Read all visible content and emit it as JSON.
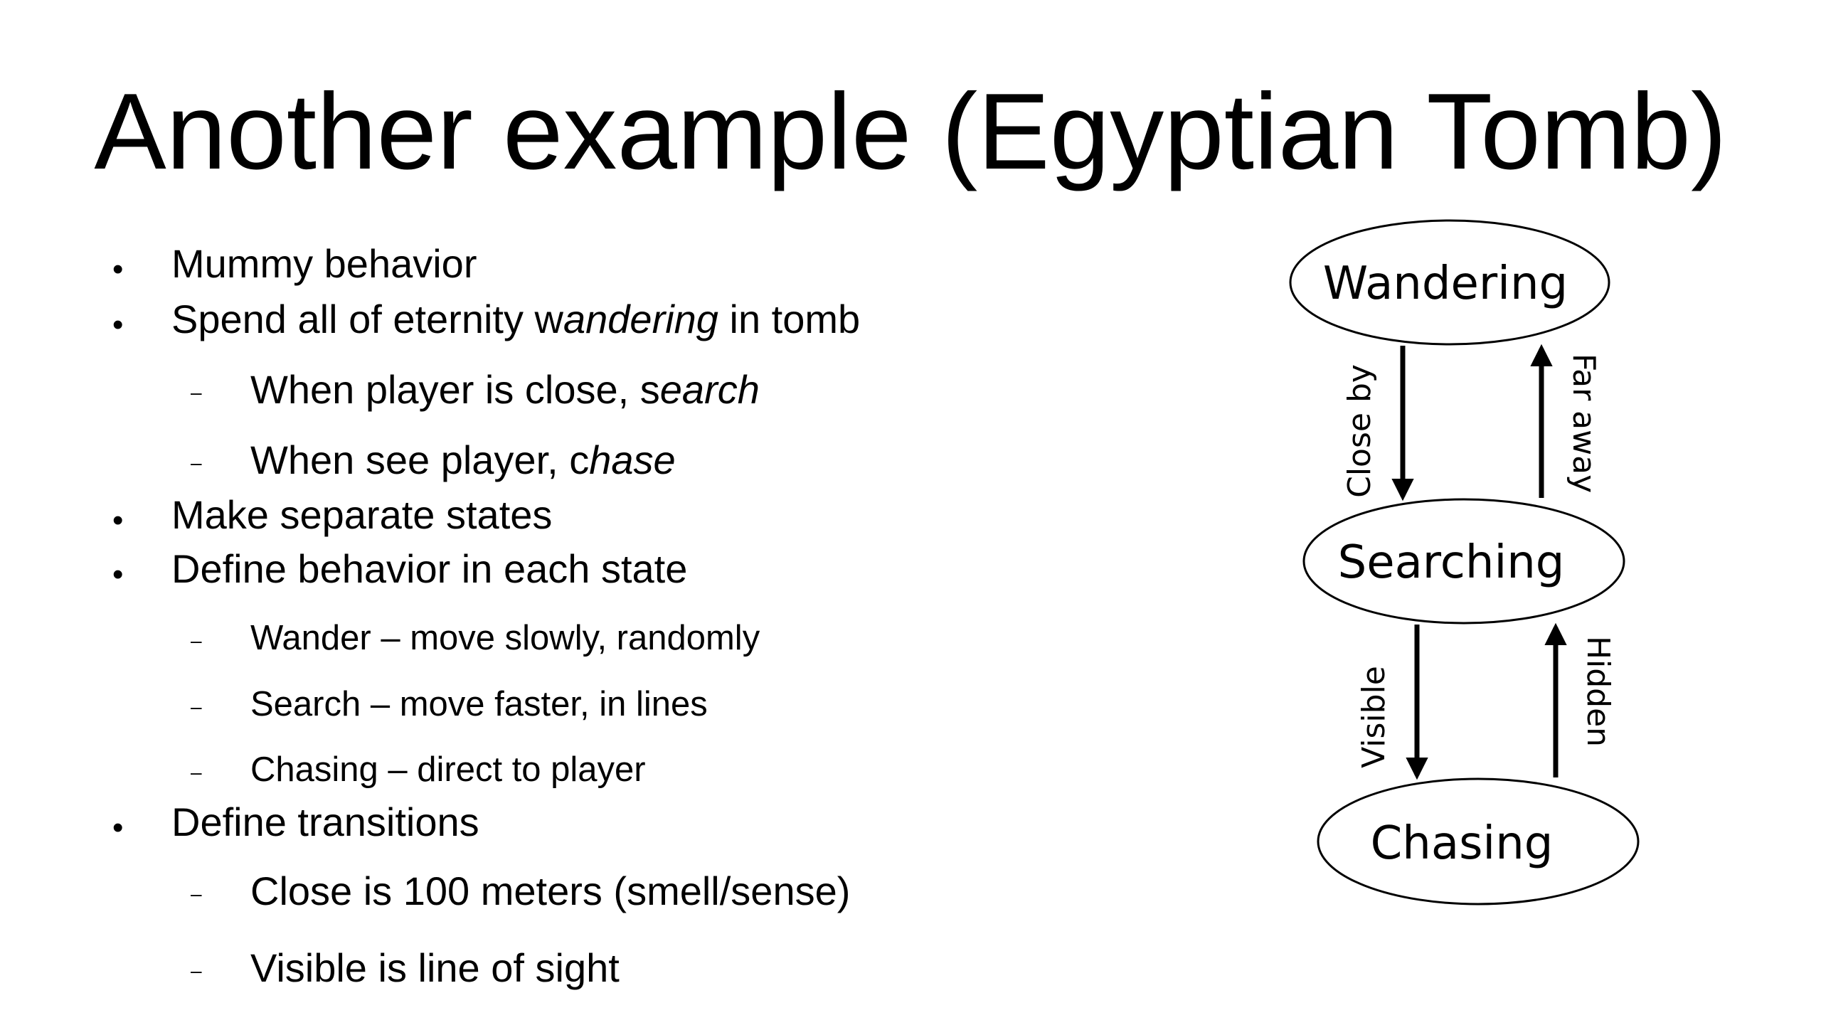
{
  "slide": {
    "title": "Another example (Egyptian Tomb)"
  },
  "bullets": [
    {
      "id": "b1",
      "level": 1,
      "text": "Mummy behavior"
    },
    {
      "id": "b2",
      "level": 1,
      "text_before": "Spend all of eternity w",
      "text_em": "andering",
      "text_after": " in tomb"
    },
    {
      "id": "b3",
      "level": 2,
      "text_before": "When player is close, s",
      "text_em": "earch",
      "text_after": ""
    },
    {
      "id": "b4",
      "level": 2,
      "text_before": "When see player, c",
      "text_em": "hase",
      "text_after": ""
    },
    {
      "id": "b5",
      "level": 1,
      "text": "Make separate states"
    },
    {
      "id": "b6",
      "level": 1,
      "text": "Define behavior in each state"
    },
    {
      "id": "b7",
      "level": 2,
      "text": "Wander – move slowly, randomly"
    },
    {
      "id": "b8",
      "level": 2,
      "text": "Search – move faster, in lines"
    },
    {
      "id": "b9",
      "level": 2,
      "text": "Chasing – direct to player"
    },
    {
      "id": "b10",
      "level": 1,
      "text": "Define transitions"
    },
    {
      "id": "b11",
      "level": 2,
      "text": "Close is 100 meters (smell/sense)"
    },
    {
      "id": "b12",
      "level": 2,
      "text": "Visible is line of sight"
    }
  ],
  "diagram": {
    "states": [
      {
        "id": "wandering",
        "label": "Wandering"
      },
      {
        "id": "searching",
        "label": "Searching"
      },
      {
        "id": "chasing",
        "label": "Chasing"
      }
    ],
    "transitions": [
      {
        "id": "t1",
        "from": "wandering",
        "to": "searching",
        "label": "Close by"
      },
      {
        "id": "t2",
        "from": "searching",
        "to": "wandering",
        "label": "Far away"
      },
      {
        "id": "t3",
        "from": "searching",
        "to": "chasing",
        "label": "Visible"
      },
      {
        "id": "t4",
        "from": "chasing",
        "to": "searching",
        "label": "Hidden"
      }
    ]
  }
}
